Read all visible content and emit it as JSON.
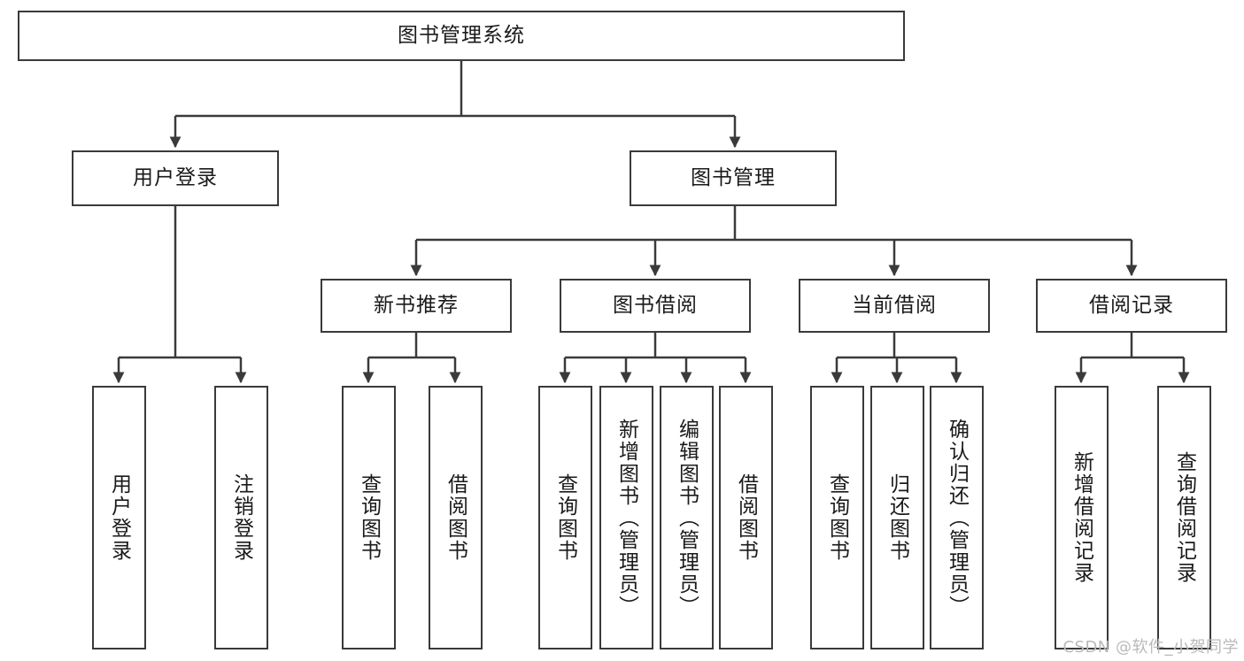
{
  "diagram": {
    "title": "图书管理系统",
    "type": "tree",
    "watermark": "CSDN @软件_小贺同学",
    "colors": {
      "stroke": "#3a3a3a",
      "fill": "#ffffff",
      "text": "#1a1a1a",
      "watermark": "#b9b9b9"
    },
    "nodes": {
      "root": {
        "label": "图书管理系统",
        "orientation": "horizontal"
      },
      "l2": [
        {
          "label": "用户登录",
          "orientation": "horizontal"
        },
        {
          "label": "图书管理",
          "orientation": "horizontal"
        }
      ],
      "l3": [
        {
          "label": "新书推荐",
          "orientation": "horizontal"
        },
        {
          "label": "图书借阅",
          "orientation": "horizontal"
        },
        {
          "label": "当前借阅",
          "orientation": "horizontal"
        },
        {
          "label": "借阅记录",
          "orientation": "horizontal"
        }
      ],
      "leaves_user_login": [
        {
          "label": "用户登录",
          "orientation": "vertical"
        },
        {
          "label": "注销登录",
          "orientation": "vertical"
        }
      ],
      "leaves_new_books": [
        {
          "label": "查询图书",
          "orientation": "vertical"
        },
        {
          "label": "借阅图书",
          "orientation": "vertical"
        }
      ],
      "leaves_borrow": [
        {
          "label": "查询图书",
          "orientation": "vertical"
        },
        {
          "label": "新增图书（管理员）",
          "orientation": "vertical"
        },
        {
          "label": "编辑图书（管理员）",
          "orientation": "vertical"
        },
        {
          "label": "借阅图书",
          "orientation": "vertical"
        }
      ],
      "leaves_current": [
        {
          "label": "查询图书",
          "orientation": "vertical"
        },
        {
          "label": "归还图书",
          "orientation": "vertical"
        },
        {
          "label": "确认归还（管理员）",
          "orientation": "vertical"
        }
      ],
      "leaves_records": [
        {
          "label": "新增借阅记录",
          "orientation": "vertical"
        },
        {
          "label": "查询借阅记录",
          "orientation": "vertical"
        }
      ]
    }
  }
}
